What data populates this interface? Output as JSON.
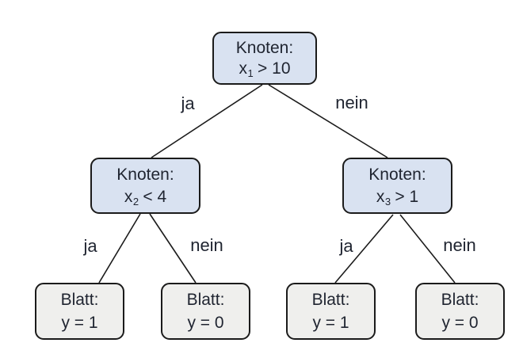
{
  "diagram": {
    "type": "decision-tree",
    "nodes": {
      "root": {
        "title": "Knoten:",
        "cond_var": "x",
        "cond_sub": "1",
        "cond_rest": " > 10"
      },
      "left": {
        "title": "Knoten:",
        "cond_var": "x",
        "cond_sub": "2",
        "cond_rest": " < 4"
      },
      "right": {
        "title": "Knoten:",
        "cond_var": "x",
        "cond_sub": "3",
        "cond_rest": " > 1"
      },
      "leaf1": {
        "title": "Blatt:",
        "value": "y = 1"
      },
      "leaf2": {
        "title": "Blatt:",
        "value": "y = 0"
      },
      "leaf3": {
        "title": "Blatt:",
        "value": "y = 1"
      },
      "leaf4": {
        "title": "Blatt:",
        "value": "y = 0"
      }
    },
    "edge_labels": {
      "root_left": "ja",
      "root_right": "nein",
      "left_left": "ja",
      "left_right": "nein",
      "right_left": "ja",
      "right_right": "nein"
    },
    "colors": {
      "decision_fill": "#d9e2f1",
      "leaf_fill": "#efefed",
      "border": "#1b1b1b",
      "text": "#1f2430",
      "background": "#ffffff"
    }
  }
}
